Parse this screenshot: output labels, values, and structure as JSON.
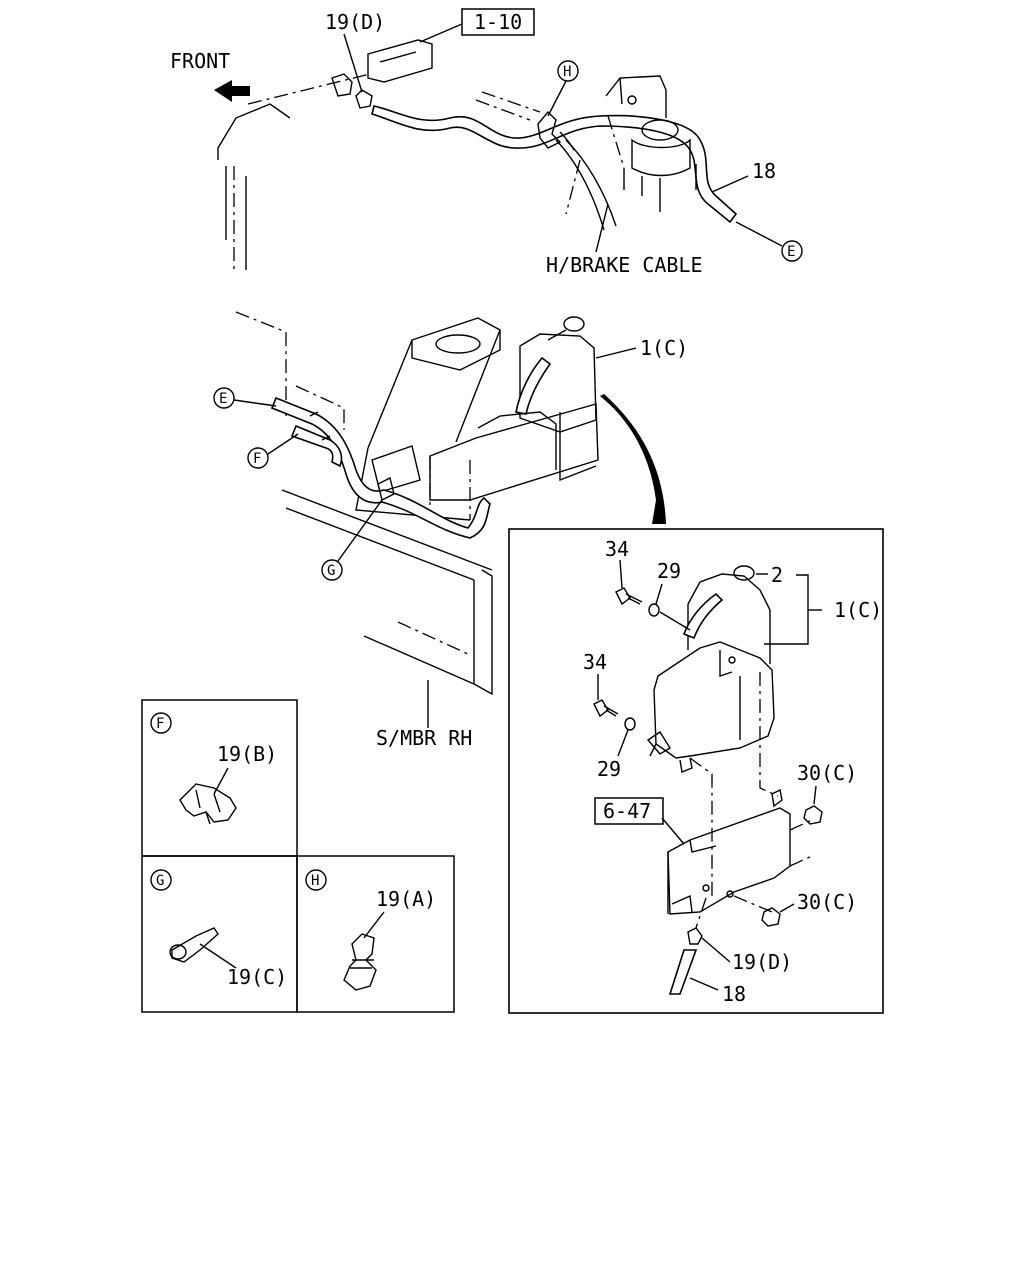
{
  "diagram": {
    "front_label": "FRONT",
    "brake_cable_label": "H/BRAKE CABLE",
    "side_member_label": "S/MBR RH",
    "ref_boxes": {
      "r1": "1-10",
      "r2": "6-47"
    },
    "callouts": {
      "E": "E",
      "F": "F",
      "G": "G",
      "H": "H"
    },
    "parts": {
      "p19d_top": "19(D)",
      "p18_top": "18",
      "p1c_main": "1(C)",
      "p34_a": "34",
      "p29_a": "29",
      "p2": "2",
      "p1c_detail": "1(C)",
      "p34_b": "34",
      "p29_b": "29",
      "p30c_a": "30(C)",
      "p30c_b": "30(C)",
      "p19d_detail": "19(D)",
      "p18_detail": "18",
      "p19b": "19(B)",
      "p19c": "19(C)",
      "p19a": "19(A)"
    }
  }
}
